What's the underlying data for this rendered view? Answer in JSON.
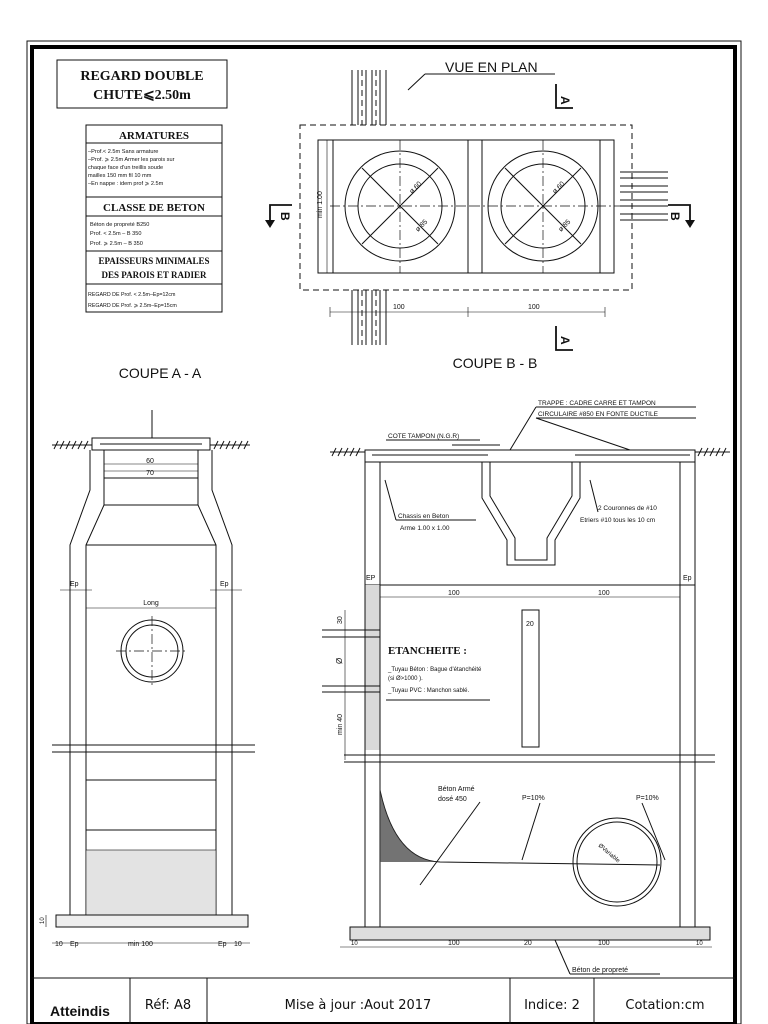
{
  "title_block": {
    "line1": "REGARD  DOUBLE",
    "line2": "CHUTE⩽2.50m"
  },
  "armatures": {
    "header": "ARMATURES",
    "lines": [
      "–Prof.< 2.5m  Sans  armature",
      "–Prof.  ⩾  2.5m  Armer  les  parois  sur",
      "  chaque  face  d'un  treillis  soude",
      "  mailles  150  mm  fil  10  mm",
      "–En  nappe  :  idem  prof  ⩾  2.5m"
    ]
  },
  "beton": {
    "header": "CLASSE  DE  BETON",
    "lines": [
      "Béton  de  propreté  B250",
      "Prof.  <  2.5m  –  B  350",
      "Prof.  ⩾  2.5m  –  B  350"
    ]
  },
  "epaisseurs": {
    "header1": "EPAISSEURS  MINIMALES",
    "header2": "DES  PAROIS  ET  RADIER",
    "lines": [
      "REGARD  DE  Prof.  <  2.5m–Ep=12cm",
      "REGARD  DE  Prof.  ⩾  2.5m–Ep=15cm"
    ]
  },
  "plan": {
    "title": "VUE EN PLAN",
    "section_a": "A",
    "section_b": "B",
    "dia_inner": "ø 60",
    "dia_outer": "ø 85",
    "min_dim": "min 1.00",
    "dim_100": "100"
  },
  "coupe_aa": {
    "title": "COUPE A - A",
    "dim_60": "60",
    "dim_70": "70",
    "ep": "Ep",
    "long": "Long",
    "dim_10": "10",
    "min_100": "min 100"
  },
  "coupe_bb": {
    "title": "COUPE B - B",
    "trappe1": "TRAPPE  :  CADRE  CARRE  ET  TAMPON",
    "trappe2": "CIRCULAIRE  #850  EN  FONTE  DUCTILE",
    "cote_tampon": "COTE  TAMPON  (N.G.R)",
    "chassis1": "Chassis  en  Beton",
    "chassis2": "Arme  1.00  x  1.00",
    "couronnes1": "2  Couronnes  de  #10",
    "couronnes2": "Etriers  #10  tous  les  10  cm",
    "ep": "EP",
    "ep2": "Ep",
    "dim_100": "100",
    "dim_20": "20",
    "dim_30": "30",
    "phi": "Ø",
    "min40": "min 40",
    "etancheite": "ETANCHEITE  :",
    "etanch1": "_Tuyau  Béton  :  Bague  d'étanchéité",
    "etanch2": "  (si  Ø>1000  ).",
    "etanch3": "_Tuyau  PVC  :  Manchon  sablé.",
    "beton_arme1": "Béton  Armé",
    "beton_arme2": "dosé  450",
    "pente": "P=10%",
    "variable": "ØVariable",
    "dim_10": "10",
    "beton_proprete": "Béton  de  propreté"
  },
  "footer": {
    "logo": "Atteindis",
    "ref": "Réf: A8",
    "update": "Mise à jour :Aout  2017",
    "indice": "Indice: 2",
    "cotation": "Cotation:cm"
  }
}
